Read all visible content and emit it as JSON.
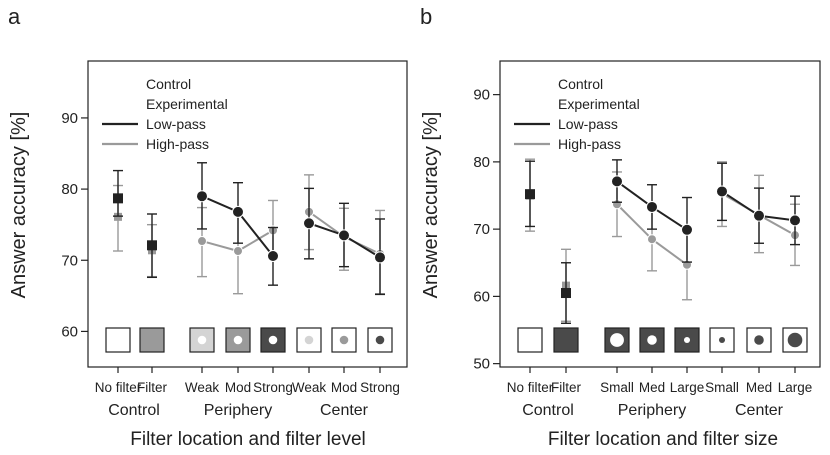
{
  "chart_data": [
    {
      "type": "line",
      "panel_label": "a",
      "ylabel": "Answer accuracy [%]",
      "xlabel": "Filter location and filter level",
      "ylim": [
        55,
        98
      ],
      "yticks": [
        60,
        70,
        80,
        90
      ],
      "categories": [
        "No filter",
        "Filter",
        "Weak",
        "Mod",
        "Strong",
        "Weak",
        "Mod",
        "Strong"
      ],
      "groups": [
        {
          "label": "Control",
          "categories": [
            "No filter",
            "Filter"
          ]
        },
        {
          "label": "Periphery",
          "categories": [
            "Weak",
            "Mod",
            "Strong"
          ]
        },
        {
          "label": "Center",
          "categories": [
            "Weak",
            "Mod",
            "Strong"
          ]
        }
      ],
      "legend": {
        "position": "top-left",
        "entries": [
          "Control",
          "Experimental",
          "Low-pass",
          "High-pass"
        ]
      },
      "series": [
        {
          "name": "Control",
          "role": "control-lowpass",
          "marker": "square",
          "color": "#222222",
          "points": [
            {
              "x": 0,
              "y": 78.7,
              "lo": 76.2,
              "hi": 82.6
            },
            {
              "x": 1,
              "y": 72.1,
              "lo": 67.6,
              "hi": 76.5
            }
          ]
        },
        {
          "name": "Control",
          "role": "control-highpass",
          "marker": "square",
          "color": "#9a9a9a",
          "points": [
            {
              "x": 0,
              "y": 76.1,
              "lo": 71.3,
              "hi": 80.5
            },
            {
              "x": 1,
              "y": 71.4,
              "lo": 67.7,
              "hi": 75.0
            }
          ]
        },
        {
          "name": "Low-pass",
          "role": "lowpass",
          "marker": "circle",
          "color": "#222222",
          "points": [
            {
              "x": 2,
              "y": 79.0,
              "lo": 74.4,
              "hi": 83.7
            },
            {
              "x": 3,
              "y": 76.8,
              "lo": 72.4,
              "hi": 80.9
            },
            {
              "x": 4,
              "y": 70.6,
              "lo": 66.5,
              "hi": 74.6
            },
            {
              "x": 5,
              "y": 75.2,
              "lo": 70.2,
              "hi": 80.1
            },
            {
              "x": 6,
              "y": 73.5,
              "lo": 69.1,
              "hi": 78.0
            },
            {
              "x": 7,
              "y": 70.4,
              "lo": 65.2,
              "hi": 75.8
            }
          ]
        },
        {
          "name": "High-pass",
          "role": "highpass",
          "marker": "circle",
          "color": "#9a9a9a",
          "points": [
            {
              "x": 2,
              "y": 72.7,
              "lo": 67.7,
              "hi": 77.4
            },
            {
              "x": 3,
              "y": 71.3,
              "lo": 65.3,
              "hi": 76.4
            },
            {
              "x": 4,
              "y": 74.2,
              "lo": 70.2,
              "hi": 78.4
            },
            {
              "x": 5,
              "y": 76.8,
              "lo": 71.5,
              "hi": 82.0
            },
            {
              "x": 6,
              "y": 73.3,
              "lo": 68.6,
              "hi": 77.3
            },
            {
              "x": 7,
              "y": 70.9,
              "lo": 65.3,
              "hi": 77.0
            }
          ]
        }
      ],
      "filter_icons": [
        {
          "fill": "#ffffff",
          "dot_fill": null,
          "dot_size": 0
        },
        {
          "fill": "#9a9a9a",
          "dot_fill": null,
          "dot_size": 0
        },
        {
          "fill": "#d4d4d4",
          "dot_fill": "#ffffff",
          "dot_size": 0.34
        },
        {
          "fill": "#9a9a9a",
          "dot_fill": "#ffffff",
          "dot_size": 0.34
        },
        {
          "fill": "#4a4a4a",
          "dot_fill": "#ffffff",
          "dot_size": 0.34
        },
        {
          "fill": "#ffffff",
          "dot_fill": "#d4d4d4",
          "dot_size": 0.34
        },
        {
          "fill": "#ffffff",
          "dot_fill": "#9a9a9a",
          "dot_size": 0.34
        },
        {
          "fill": "#ffffff",
          "dot_fill": "#4a4a4a",
          "dot_size": 0.34
        }
      ]
    },
    {
      "type": "line",
      "panel_label": "b",
      "ylabel": "Answer accuracy [%]",
      "xlabel": "Filter location and filter size",
      "ylim": [
        49.5,
        95
      ],
      "yticks": [
        50,
        60,
        70,
        80,
        90
      ],
      "categories": [
        "No filter",
        "Filter",
        "Small",
        "Med",
        "Large",
        "Small",
        "Med",
        "Large"
      ],
      "groups": [
        {
          "label": "Control",
          "categories": [
            "No filter",
            "Filter"
          ]
        },
        {
          "label": "Periphery",
          "categories": [
            "Small",
            "Med",
            "Large"
          ]
        },
        {
          "label": "Center",
          "categories": [
            "Small",
            "Med",
            "Large"
          ]
        }
      ],
      "legend": {
        "position": "top-left",
        "entries": [
          "Control",
          "Experimental",
          "Low-pass",
          "High-pass"
        ]
      },
      "series": [
        {
          "name": "Control",
          "role": "control-lowpass",
          "marker": "square",
          "color": "#222222",
          "points": [
            {
              "x": 0,
              "y": 75.2,
              "lo": 70.4,
              "hi": 80.1
            },
            {
              "x": 1,
              "y": 60.5,
              "lo": 56.0,
              "hi": 65.0
            }
          ]
        },
        {
          "name": "Control",
          "role": "control-highpass",
          "marker": "square",
          "color": "#9a9a9a",
          "points": [
            {
              "x": 0,
              "y": 75.0,
              "lo": 69.7,
              "hi": 80.4
            },
            {
              "x": 1,
              "y": 61.6,
              "lo": 56.3,
              "hi": 67.0
            }
          ]
        },
        {
          "name": "Low-pass",
          "role": "lowpass",
          "marker": "circle",
          "color": "#222222",
          "points": [
            {
              "x": 2,
              "y": 77.1,
              "lo": 74.0,
              "hi": 80.3
            },
            {
              "x": 3,
              "y": 73.3,
              "lo": 70.0,
              "hi": 76.6
            },
            {
              "x": 4,
              "y": 69.9,
              "lo": 65.1,
              "hi": 74.7
            },
            {
              "x": 5,
              "y": 75.6,
              "lo": 71.3,
              "hi": 79.8
            },
            {
              "x": 6,
              "y": 72.0,
              "lo": 67.9,
              "hi": 76.1
            },
            {
              "x": 7,
              "y": 71.3,
              "lo": 67.7,
              "hi": 74.9
            }
          ]
        },
        {
          "name": "High-pass",
          "role": "highpass",
          "marker": "circle",
          "color": "#9a9a9a",
          "points": [
            {
              "x": 2,
              "y": 73.7,
              "lo": 68.9,
              "hi": 78.5
            },
            {
              "x": 3,
              "y": 68.5,
              "lo": 63.8,
              "hi": 73.2
            },
            {
              "x": 4,
              "y": 64.7,
              "lo": 59.5,
              "hi": 70.0
            },
            {
              "x": 5,
              "y": 75.3,
              "lo": 70.4,
              "hi": 80.0
            },
            {
              "x": 6,
              "y": 72.1,
              "lo": 66.5,
              "hi": 78.0
            },
            {
              "x": 7,
              "y": 69.1,
              "lo": 64.6,
              "hi": 73.7
            }
          ]
        }
      ],
      "filter_icons": [
        {
          "fill": "#ffffff",
          "dot_fill": null,
          "dot_size": 0
        },
        {
          "fill": "#4a4a4a",
          "dot_fill": null,
          "dot_size": 0
        },
        {
          "fill": "#4a4a4a",
          "dot_fill": "#ffffff",
          "dot_size": 0.55
        },
        {
          "fill": "#4a4a4a",
          "dot_fill": "#ffffff",
          "dot_size": 0.38
        },
        {
          "fill": "#4a4a4a",
          "dot_fill": "#ffffff",
          "dot_size": 0.24
        },
        {
          "fill": "#ffffff",
          "dot_fill": "#4a4a4a",
          "dot_size": 0.24
        },
        {
          "fill": "#ffffff",
          "dot_fill": "#4a4a4a",
          "dot_size": 0.38
        },
        {
          "fill": "#ffffff",
          "dot_fill": "#4a4a4a",
          "dot_size": 0.58
        }
      ]
    }
  ]
}
